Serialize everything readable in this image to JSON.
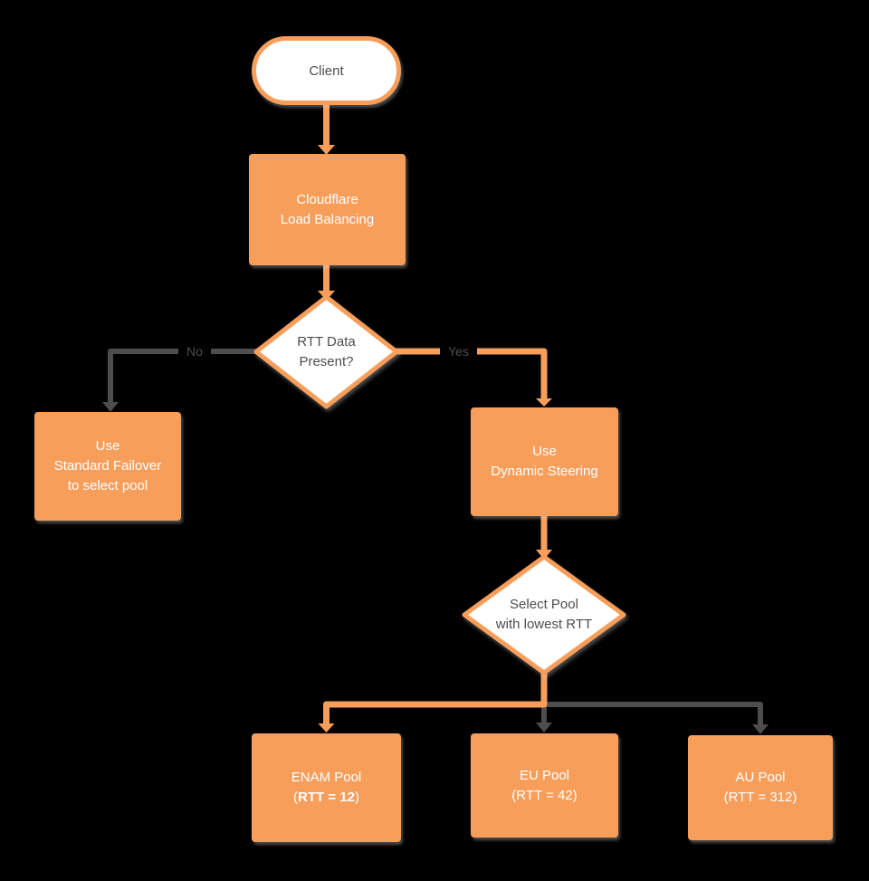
{
  "colors": {
    "background": "#000000",
    "node_fill_orange": "#F89E5B",
    "node_text_white": "#FFFFFF",
    "decision_fill": "#FFFFFF",
    "decision_border": "#F89E5B",
    "dark_text": "#4D4D4D",
    "edge_orange": "#F89E5B",
    "edge_gray": "#4D4D4D"
  },
  "nodes": {
    "client": {
      "label": "Client"
    },
    "load_balancing": {
      "line1": "Cloudflare",
      "line2": "Load Balancing"
    },
    "rtt_decision": {
      "line1": "RTT Data",
      "line2": "Present?"
    },
    "standard_failover": {
      "line1": "Use",
      "line2": "Standard Failover",
      "line3": "to select pool"
    },
    "dynamic_steering": {
      "line1": "Use",
      "line2": "Dynamic Steering"
    },
    "select_pool": {
      "line1": "Select Pool",
      "line2": "with lowest RTT"
    },
    "enam_pool": {
      "line1": "ENAM Pool",
      "rtt_open": "(",
      "rtt_bold": "RTT = 12",
      "rtt_close": ")"
    },
    "eu_pool": {
      "line1": "EU Pool",
      "line2": "(RTT = 42)"
    },
    "au_pool": {
      "line1": "AU Pool",
      "line2": "(RTT = 312)"
    }
  },
  "edges": {
    "no_label": "No",
    "yes_label": "Yes"
  }
}
